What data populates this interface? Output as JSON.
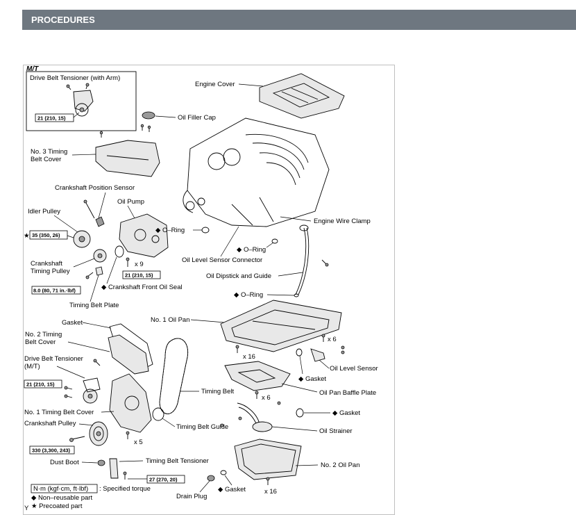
{
  "header": {
    "title": "PROCEDURES"
  },
  "diagram": {
    "variant": "M/T",
    "inset_title": "Drive Belt Tensioner (with Arm)",
    "torques": {
      "t_tensioner_arm": "21 (210, 15)",
      "t_idler": "35 (350, 26)",
      "t_oil_pump": "21 (210, 15)",
      "t_plate": "8.0 (80, 71 in.·lbf)",
      "t_tensioner_mt": "21 (210, 15)",
      "t_crank_pulley": "330 (3,300, 243)",
      "t_tb_tensioner": "27 (270, 20)"
    },
    "counts": {
      "x9": "x 9",
      "x6a": "x 6",
      "x16a": "x 16",
      "x6b": "x 6",
      "x5": "x 5",
      "x16b": "x 16"
    },
    "labels": {
      "engine_cover": "Engine Cover",
      "oil_filler_cap": "Oil Filler Cap",
      "no3_cover": [
        "No. 3 Timing",
        "Belt Cover"
      ],
      "crank_pos_sensor": "Crankshaft Position Sensor",
      "oil_pump": "Oil Pump",
      "idler_pulley": "Idler Pulley",
      "oring_pump": "◆ O–Ring",
      "engine_wire_clamp": "Engine Wire Clamp",
      "oring_sensor": "◆ O–Ring",
      "crank_timing_pulley": [
        "Crankshaft",
        "Timing Pulley"
      ],
      "oil_level_sensor_connector": "Oil Level Sensor Connector",
      "crank_front_seal": "◆ Crankshaft Front Oil Seal",
      "dipstick": "Oil Dipstick and Guide",
      "oring_dipstick": "◆ O–Ring",
      "timing_belt_plate": "Timing Belt Plate",
      "no1_oil_pan": "No. 1 Oil Pan",
      "gasket_cover": "Gasket",
      "no2_cover": [
        "No. 2 Timing",
        "Belt Cover"
      ],
      "drive_belt_tensioner_mt": [
        "Drive Belt Tensioner",
        "(M/T)"
      ],
      "oil_level_sensor": "Oil Level Sensor",
      "gasket_sensor": "◆ Gasket",
      "timing_belt": "Timing Belt",
      "baffle_plate": "Oil Pan Baffle Plate",
      "no1_cover": "No. 1 Timing Belt Cover",
      "gasket_strainer": "◆ Gasket",
      "crank_pulley": "Crankshaft Pulley",
      "timing_belt_guide": "Timing Belt Guide",
      "oil_strainer": "Oil Strainer",
      "dust_boot": "Dust Boot",
      "tb_tensioner": "Timing Belt Tensioner",
      "no2_oil_pan": "No. 2 Oil Pan",
      "drain_plug": "Drain Plug",
      "gasket_drain": "◆ Gasket"
    },
    "legend": {
      "unit": "N·m (kgf·cm, ft·lbf)",
      "unit_desc": ": Specified torque",
      "non_reusable": "◆ Non–reusable part",
      "precoated": "★ Precoated part",
      "star": "★",
      "y_mark": "Y"
    }
  }
}
